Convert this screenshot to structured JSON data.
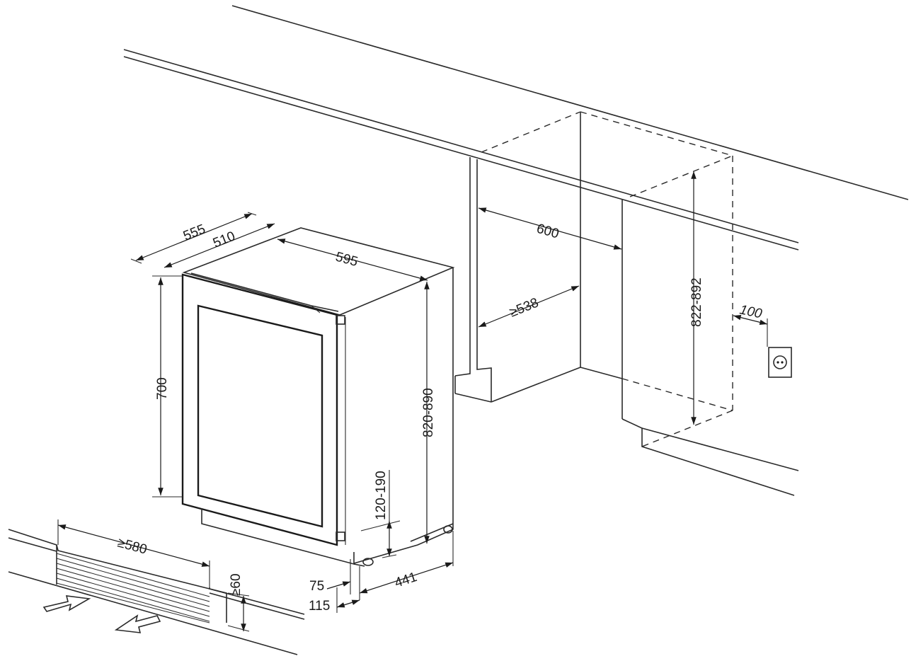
{
  "diagram": {
    "type": "installation-drawing",
    "dimensions": {
      "depth_overall": "555",
      "depth_cabinet": "510",
      "width": "595",
      "door_height": "700",
      "height_adjustable": "820-890",
      "plinth_height": "120-190",
      "base_depth": "441",
      "foot_offset": "75",
      "plinth_offset": "115",
      "niche_width": "600",
      "niche_min_width": "≥538",
      "niche_height": "822-892",
      "socket_offset": "100",
      "vent_width": "≥580",
      "vent_height": "≥60"
    },
    "icons": {
      "socket": "power-socket-icon",
      "airflow_in": "airflow-in-arrow-icon",
      "airflow_out": "airflow-out-arrow-icon"
    },
    "colors": {
      "line": "#2a2a2a",
      "background": "#ffffff"
    }
  }
}
